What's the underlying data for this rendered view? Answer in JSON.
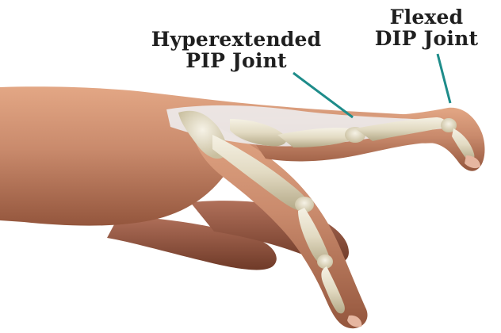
{
  "labels": {
    "pip": {
      "line1": "Hyperextended",
      "line2": "PIP Joint"
    },
    "dip": {
      "line1": "Flexed",
      "line2": "DIP Joint"
    }
  },
  "colors": {
    "background": "#ffffff",
    "skin": "#c98a6c",
    "skin_shadow": "#8e4f38",
    "bone": "#e4ddc6",
    "tendon": "#eef1f4",
    "leader_line": "#1e8c8a",
    "label_text": "#1f1f1f"
  }
}
